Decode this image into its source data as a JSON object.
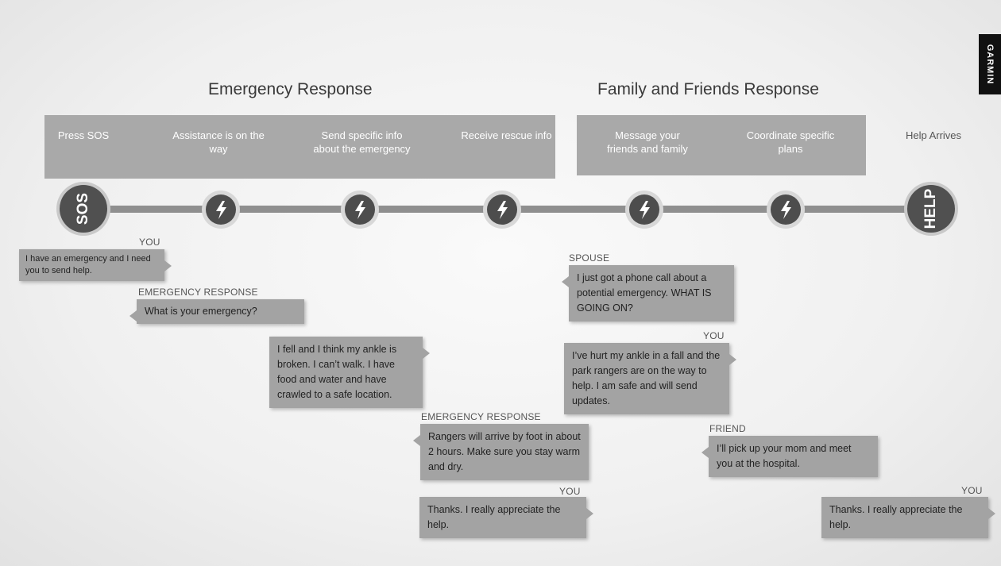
{
  "headings": {
    "emergency": "Emergency Response",
    "family": "Family and Friends Response"
  },
  "brand": "GARMIN",
  "steps": [
    "Press SOS",
    "Assistance is on the way",
    "Send specific info about the emergency",
    "Receive rescue info",
    "Message your friends and family",
    "Coordinate specific plans",
    "Help Arrives"
  ],
  "nodes": {
    "start": "SOS",
    "end": "HELP"
  },
  "messages": [
    {
      "sender": "YOU",
      "text": "I have an emergency and I need you to send help."
    },
    {
      "sender": "EMERGENCY RESPONSE",
      "text": "What is your emergency?"
    },
    {
      "sender": "",
      "text": "I fell and I think my ankle is broken. I can’t walk. I have food and water and have crawled to a safe location."
    },
    {
      "sender": "EMERGENCY RESPONSE",
      "text": "Rangers will arrive by foot in about 2 hours. Make sure you stay warm and dry."
    },
    {
      "sender": "YOU",
      "text": "Thanks. I really appreciate the help."
    },
    {
      "sender": "SPOUSE",
      "text": "I just got a phone call about a potential emergency. WHAT IS GOING ON?"
    },
    {
      "sender": "YOU",
      "text": "I’ve hurt my ankle in a fall and the park rangers are on the way to help. I am safe and will send updates."
    },
    {
      "sender": "FRIEND",
      "text": "I’ll pick up your mom and meet you at the hospital."
    },
    {
      "sender": "YOU",
      "text": "Thanks. I really appreciate the help."
    }
  ],
  "colors": {
    "band": "#a9a9a9",
    "node": "#4d4d4d",
    "bubble": "#a3a3a3"
  }
}
